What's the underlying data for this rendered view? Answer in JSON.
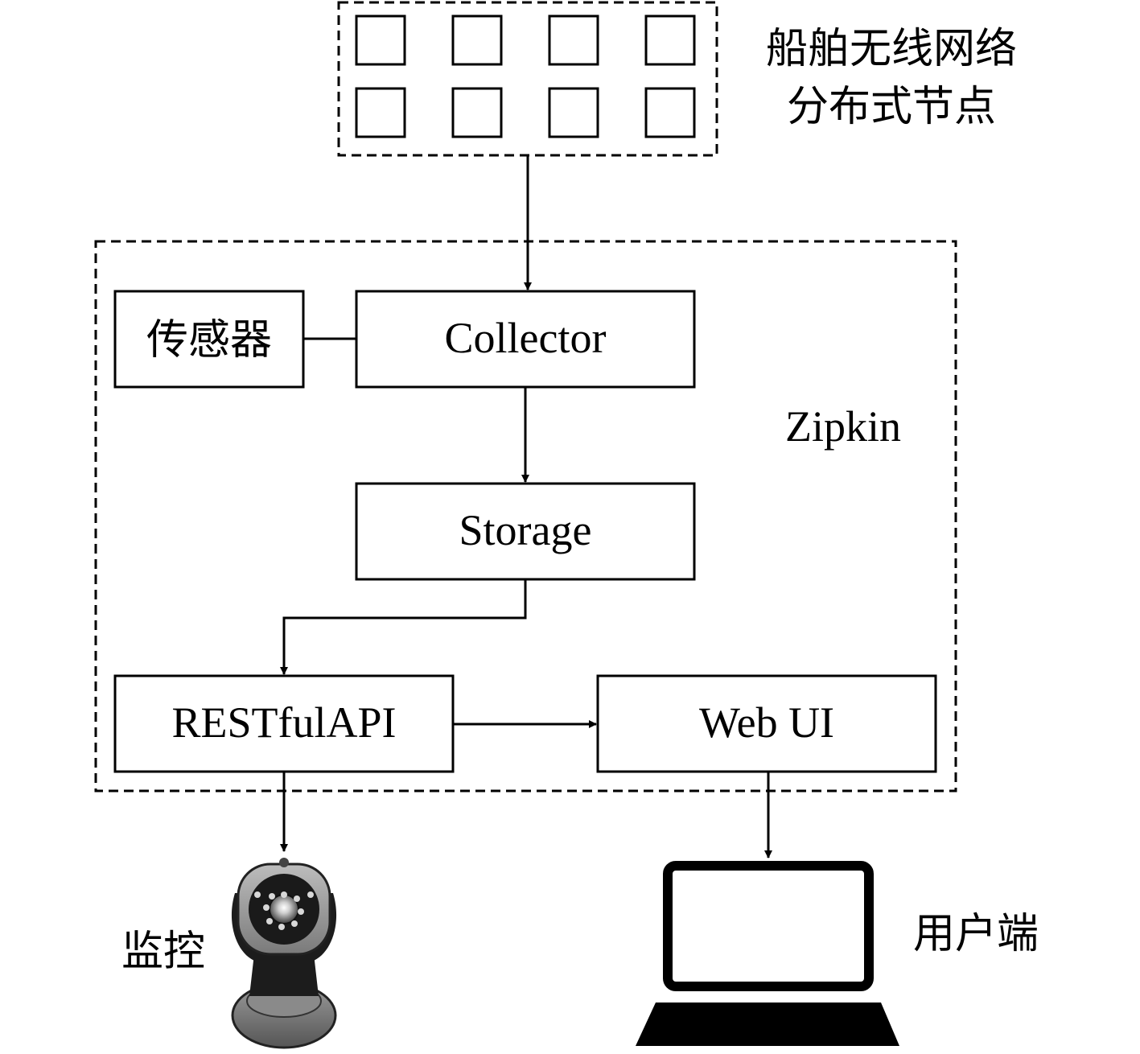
{
  "nodes_group": {
    "label_line1": "船舶无线网络",
    "label_line2": "分布式节点"
  },
  "zipkin": {
    "label": "Zipkin",
    "sensor": "传感器",
    "collector": "Collector",
    "storage": "Storage",
    "restful_api": "RESTfulAPI",
    "web_ui": "Web UI"
  },
  "outputs": {
    "monitor": "监控",
    "user_client": "用户端"
  },
  "colors": {
    "stroke": "#000000",
    "camera_body": "#2a2a2a",
    "camera_face": "#9a9a9a"
  }
}
